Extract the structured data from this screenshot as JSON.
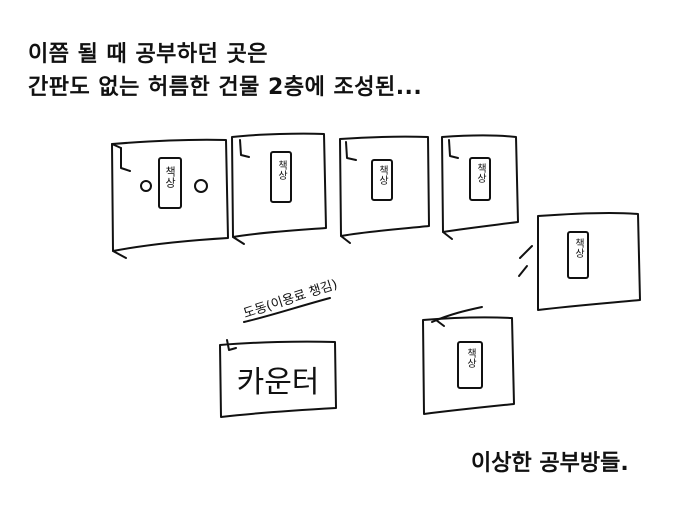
{
  "caption_top": {
    "line1": "이쯤 될 때 공부하던 곳은",
    "line2": "간판도 없는 허름한 건물 2층에 조성된..."
  },
  "desks": [
    {
      "label": "책상"
    },
    {
      "label": "책상"
    },
    {
      "label": "책상"
    },
    {
      "label": "책상"
    },
    {
      "label": "책상"
    },
    {
      "label": "책상"
    }
  ],
  "counter": {
    "label": "카운터",
    "note": "도동(이용료 챙김)"
  },
  "caption_bottom": "이상한 공부방들.",
  "colors": {
    "ink": "#111111",
    "paper": "#ffffff"
  }
}
